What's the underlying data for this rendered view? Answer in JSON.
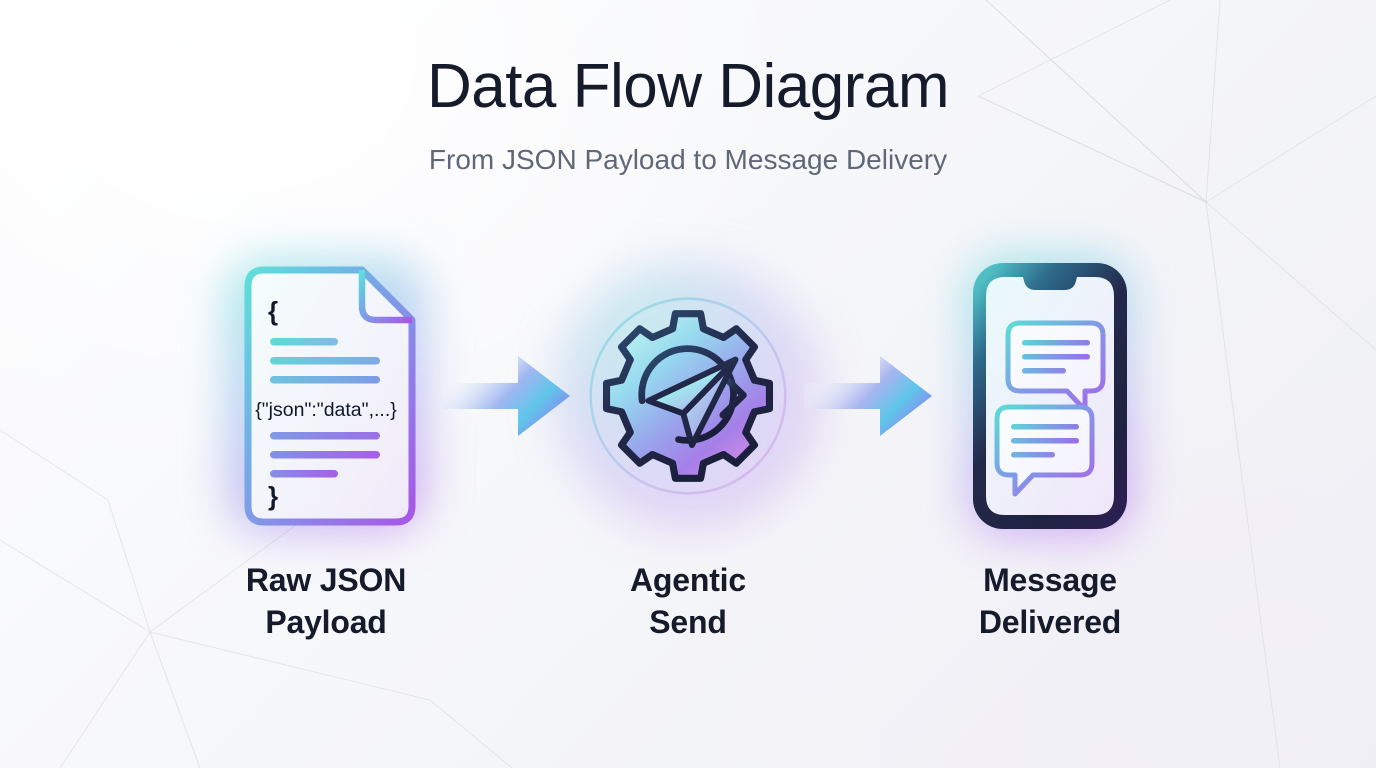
{
  "header": {
    "title": "Data Flow Diagram",
    "subtitle": "From JSON Payload to Message Delivery"
  },
  "steps": [
    {
      "id": "raw-json-payload",
      "label": "Raw JSON\nPayload",
      "label_line1": "Raw JSON",
      "label_line2": "Payload",
      "icon": "json-document-icon",
      "document_text": {
        "open_brace": "{",
        "code_snippet": "{\"json\":\"data\",...}",
        "close_brace": "}"
      }
    },
    {
      "id": "agentic-send",
      "label": "Agentic\nSend",
      "label_line1": "Agentic",
      "label_line2": "Send",
      "icon": "gear-paper-plane-icon"
    },
    {
      "id": "message-delivered",
      "label": "Message\nDelivered",
      "label_line1": "Message",
      "label_line2": "Delivered",
      "icon": "smartphone-chat-icon"
    }
  ],
  "connectors": [
    {
      "id": "arrow-1",
      "icon": "arrow-right-icon",
      "from": "raw-json-payload",
      "to": "agentic-send"
    },
    {
      "id": "arrow-2",
      "icon": "arrow-right-icon",
      "from": "agentic-send",
      "to": "message-delivered"
    }
  ],
  "colors": {
    "title": "#161b2c",
    "subtitle": "#606878",
    "label": "#151b2b",
    "gradient_start_teal": "#5DE0D8",
    "gradient_mid_blue": "#6E9AE8",
    "gradient_end_purple": "#A855E8",
    "dark_outline": "#1E2340",
    "background_light": "#fdfdff",
    "background_shade": "#eeeef4",
    "mesh_line": "#d8dae2"
  }
}
